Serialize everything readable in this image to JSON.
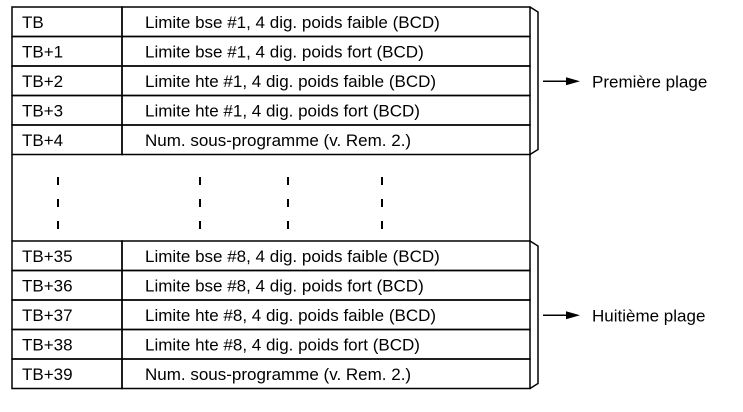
{
  "groups": [
    {
      "label": "Première plage",
      "rows": [
        {
          "address": "TB",
          "content": "Limite bse #1, 4 dig. poids faible (BCD)"
        },
        {
          "address": "TB+1",
          "content": "Limite bse #1, 4 dig. poids fort (BCD)"
        },
        {
          "address": "TB+2",
          "content": "Limite hte #1, 4 dig. poids faible (BCD)"
        },
        {
          "address": "TB+3",
          "content": "Limite hte #1, 4 dig. poids fort (BCD)"
        },
        {
          "address": "TB+4",
          "content": "Num. sous-programme (v. Rem. 2.)"
        }
      ]
    },
    {
      "label": "Huitième plage",
      "rows": [
        {
          "address": "TB+35",
          "content": "Limite bse #8, 4 dig. poids faible (BCD)"
        },
        {
          "address": "TB+36",
          "content": "Limite bse #8, 4 dig. poids fort (BCD)"
        },
        {
          "address": "TB+37",
          "content": "Limite hte #8, 4 dig. poids faible (BCD)"
        },
        {
          "address": "TB+38",
          "content": "Limite hte #8, 4 dig. poids fort (BCD)"
        },
        {
          "address": "TB+39",
          "content": "Num. sous-programme (v. Rem. 2.)"
        }
      ]
    }
  ],
  "colors": {
    "line": "#000000",
    "background": "#ffffff",
    "text": "#000000"
  }
}
